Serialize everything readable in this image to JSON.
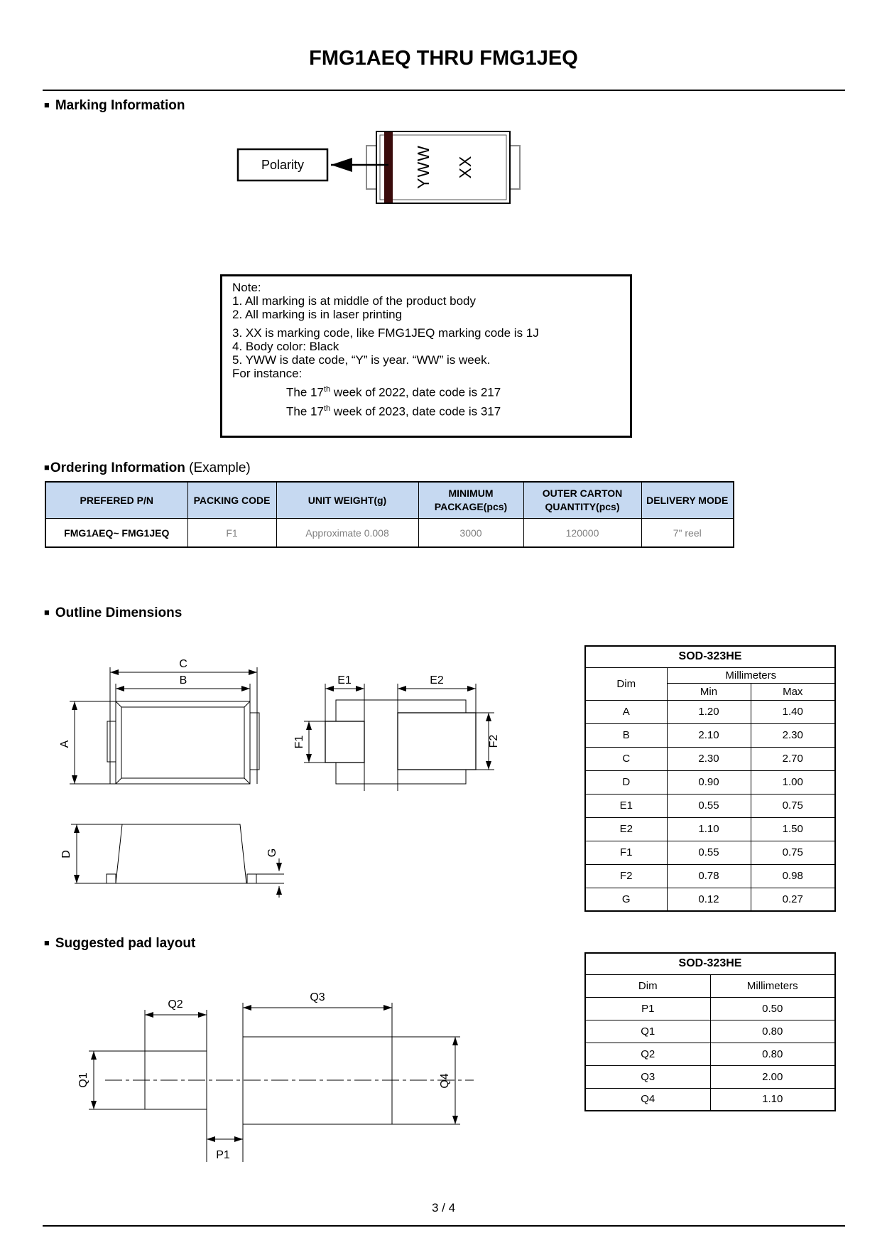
{
  "page": {
    "title": "FMG1AEQ THRU FMG1JEQ",
    "footer_page": "3 / 4",
    "bullet_char": "■"
  },
  "marking": {
    "heading": "Marking Information",
    "polarity_label": "Polarity",
    "package_marking": {
      "line1": "YWW",
      "line2": "XX"
    },
    "band_color": "#3a0b0b",
    "note": {
      "title": "Note:",
      "items": [
        "1. All marking is at middle of the product body",
        "2. All marking is in laser printing",
        "3. XX is marking code, like FMG1JEQ marking code is 1J",
        "4. Body color: Black",
        "5. YWW is date code, “Y” is year. “WW” is week."
      ],
      "for_instance": "For instance:",
      "examples": [
        {
          "prefix": "The 17",
          "sup": "th",
          "suffix": " week of 2022, date code is 217"
        },
        {
          "prefix": "The 17",
          "sup": "th",
          "suffix": " week of 2023, date code is 317"
        }
      ]
    }
  },
  "ordering": {
    "heading_bold": "Ordering Information",
    "heading_normal": " (Example)",
    "header_bg": "#c6d9f1",
    "columns": [
      "PREFERED P/N",
      "PACKING CODE",
      "UNIT WEIGHT(g)",
      "MINIMUM PACKAGE(pcs)",
      "OUTER CARTON QUANTITY(pcs)",
      "DELIVERY MODE"
    ],
    "row": {
      "pn": "FMG1AEQ~ FMG1JEQ",
      "packing_code": "F1",
      "unit_weight": "Approximate 0.008",
      "min_package": "3000",
      "outer_carton": "120000",
      "delivery_mode": "7\" reel"
    }
  },
  "outline": {
    "heading": "Outline Dimensions",
    "labels": {
      "a": "A",
      "b": "B",
      "c": "C",
      "d": "D",
      "e1": "E1",
      "e2": "E2",
      "f1": "F1",
      "f2": "F2",
      "g": "G"
    },
    "table": {
      "title": "SOD-323HE",
      "dim_header": "Dim",
      "unit_header": "Millimeters",
      "min_header": "Min",
      "max_header": "Max",
      "rows": [
        {
          "dim": "A",
          "min": "1.20",
          "max": "1.40"
        },
        {
          "dim": "B",
          "min": "2.10",
          "max": "2.30"
        },
        {
          "dim": "C",
          "min": "2.30",
          "max": "2.70"
        },
        {
          "dim": "D",
          "min": "0.90",
          "max": "1.00"
        },
        {
          "dim": "E1",
          "min": "0.55",
          "max": "0.75"
        },
        {
          "dim": "E2",
          "min": "1.10",
          "max": "1.50"
        },
        {
          "dim": "F1",
          "min": "0.55",
          "max": "0.75"
        },
        {
          "dim": "F2",
          "min": "0.78",
          "max": "0.98"
        },
        {
          "dim": "G",
          "min": "0.12",
          "max": "0.27"
        }
      ]
    }
  },
  "pad_layout": {
    "heading": "Suggested pad layout",
    "labels": {
      "p1": "P1",
      "q1": "Q1",
      "q2": "Q2",
      "q3": "Q3",
      "q4": "Q4"
    },
    "table": {
      "title": "SOD-323HE",
      "dim_header": "Dim",
      "unit_header": "Millimeters",
      "rows": [
        {
          "dim": "P1",
          "value": "0.50"
        },
        {
          "dim": "Q1",
          "value": "0.80"
        },
        {
          "dim": "Q2",
          "value": "0.80"
        },
        {
          "dim": "Q3",
          "value": "2.00"
        },
        {
          "dim": "Q4",
          "value": "1.10"
        }
      ]
    }
  }
}
